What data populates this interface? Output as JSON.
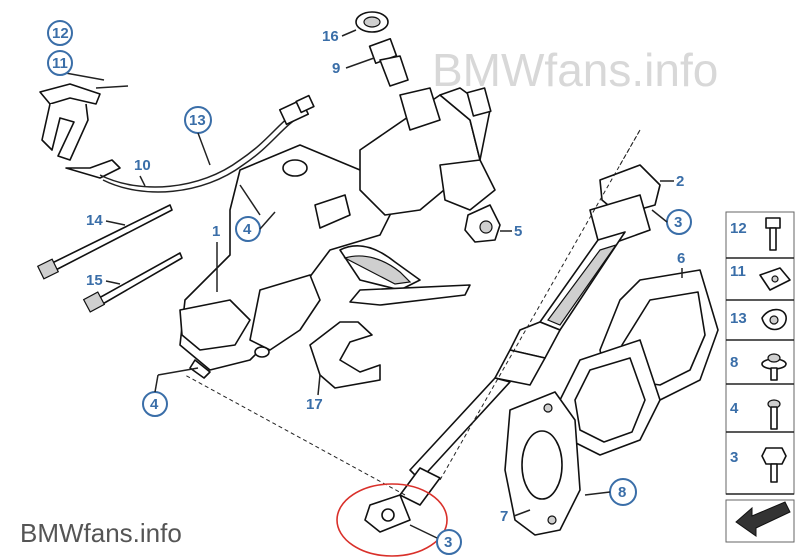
{
  "watermark_top": "BMWfans.info",
  "watermark_bottom": "BMWfans.info",
  "callouts": {
    "c1": "1",
    "c2": "2",
    "c3a": "3",
    "c3b": "3",
    "c4a": "4",
    "c4b": "4",
    "c5": "5",
    "c6": "6",
    "c7": "7",
    "c8": "8",
    "c9": "9",
    "c10": "10",
    "c11": "11",
    "c12": "12",
    "c13": "13",
    "c14": "14",
    "c15": "15",
    "c16": "16",
    "c17": "17"
  },
  "side_panel": {
    "items": [
      {
        "label": "12",
        "icon": "hex-bolt-icon"
      },
      {
        "label": "11",
        "icon": "clip-icon"
      },
      {
        "label": "13",
        "icon": "spring-clip-icon"
      },
      {
        "label": "8",
        "icon": "collar-screw-icon"
      },
      {
        "label": "4",
        "icon": "screw-icon"
      },
      {
        "label": "3",
        "icon": "flange-nut-icon"
      }
    ],
    "arrow_icon": "return-arrow-icon"
  },
  "highlight_color": "#d9302a",
  "callout_color": "#3a6ea8"
}
